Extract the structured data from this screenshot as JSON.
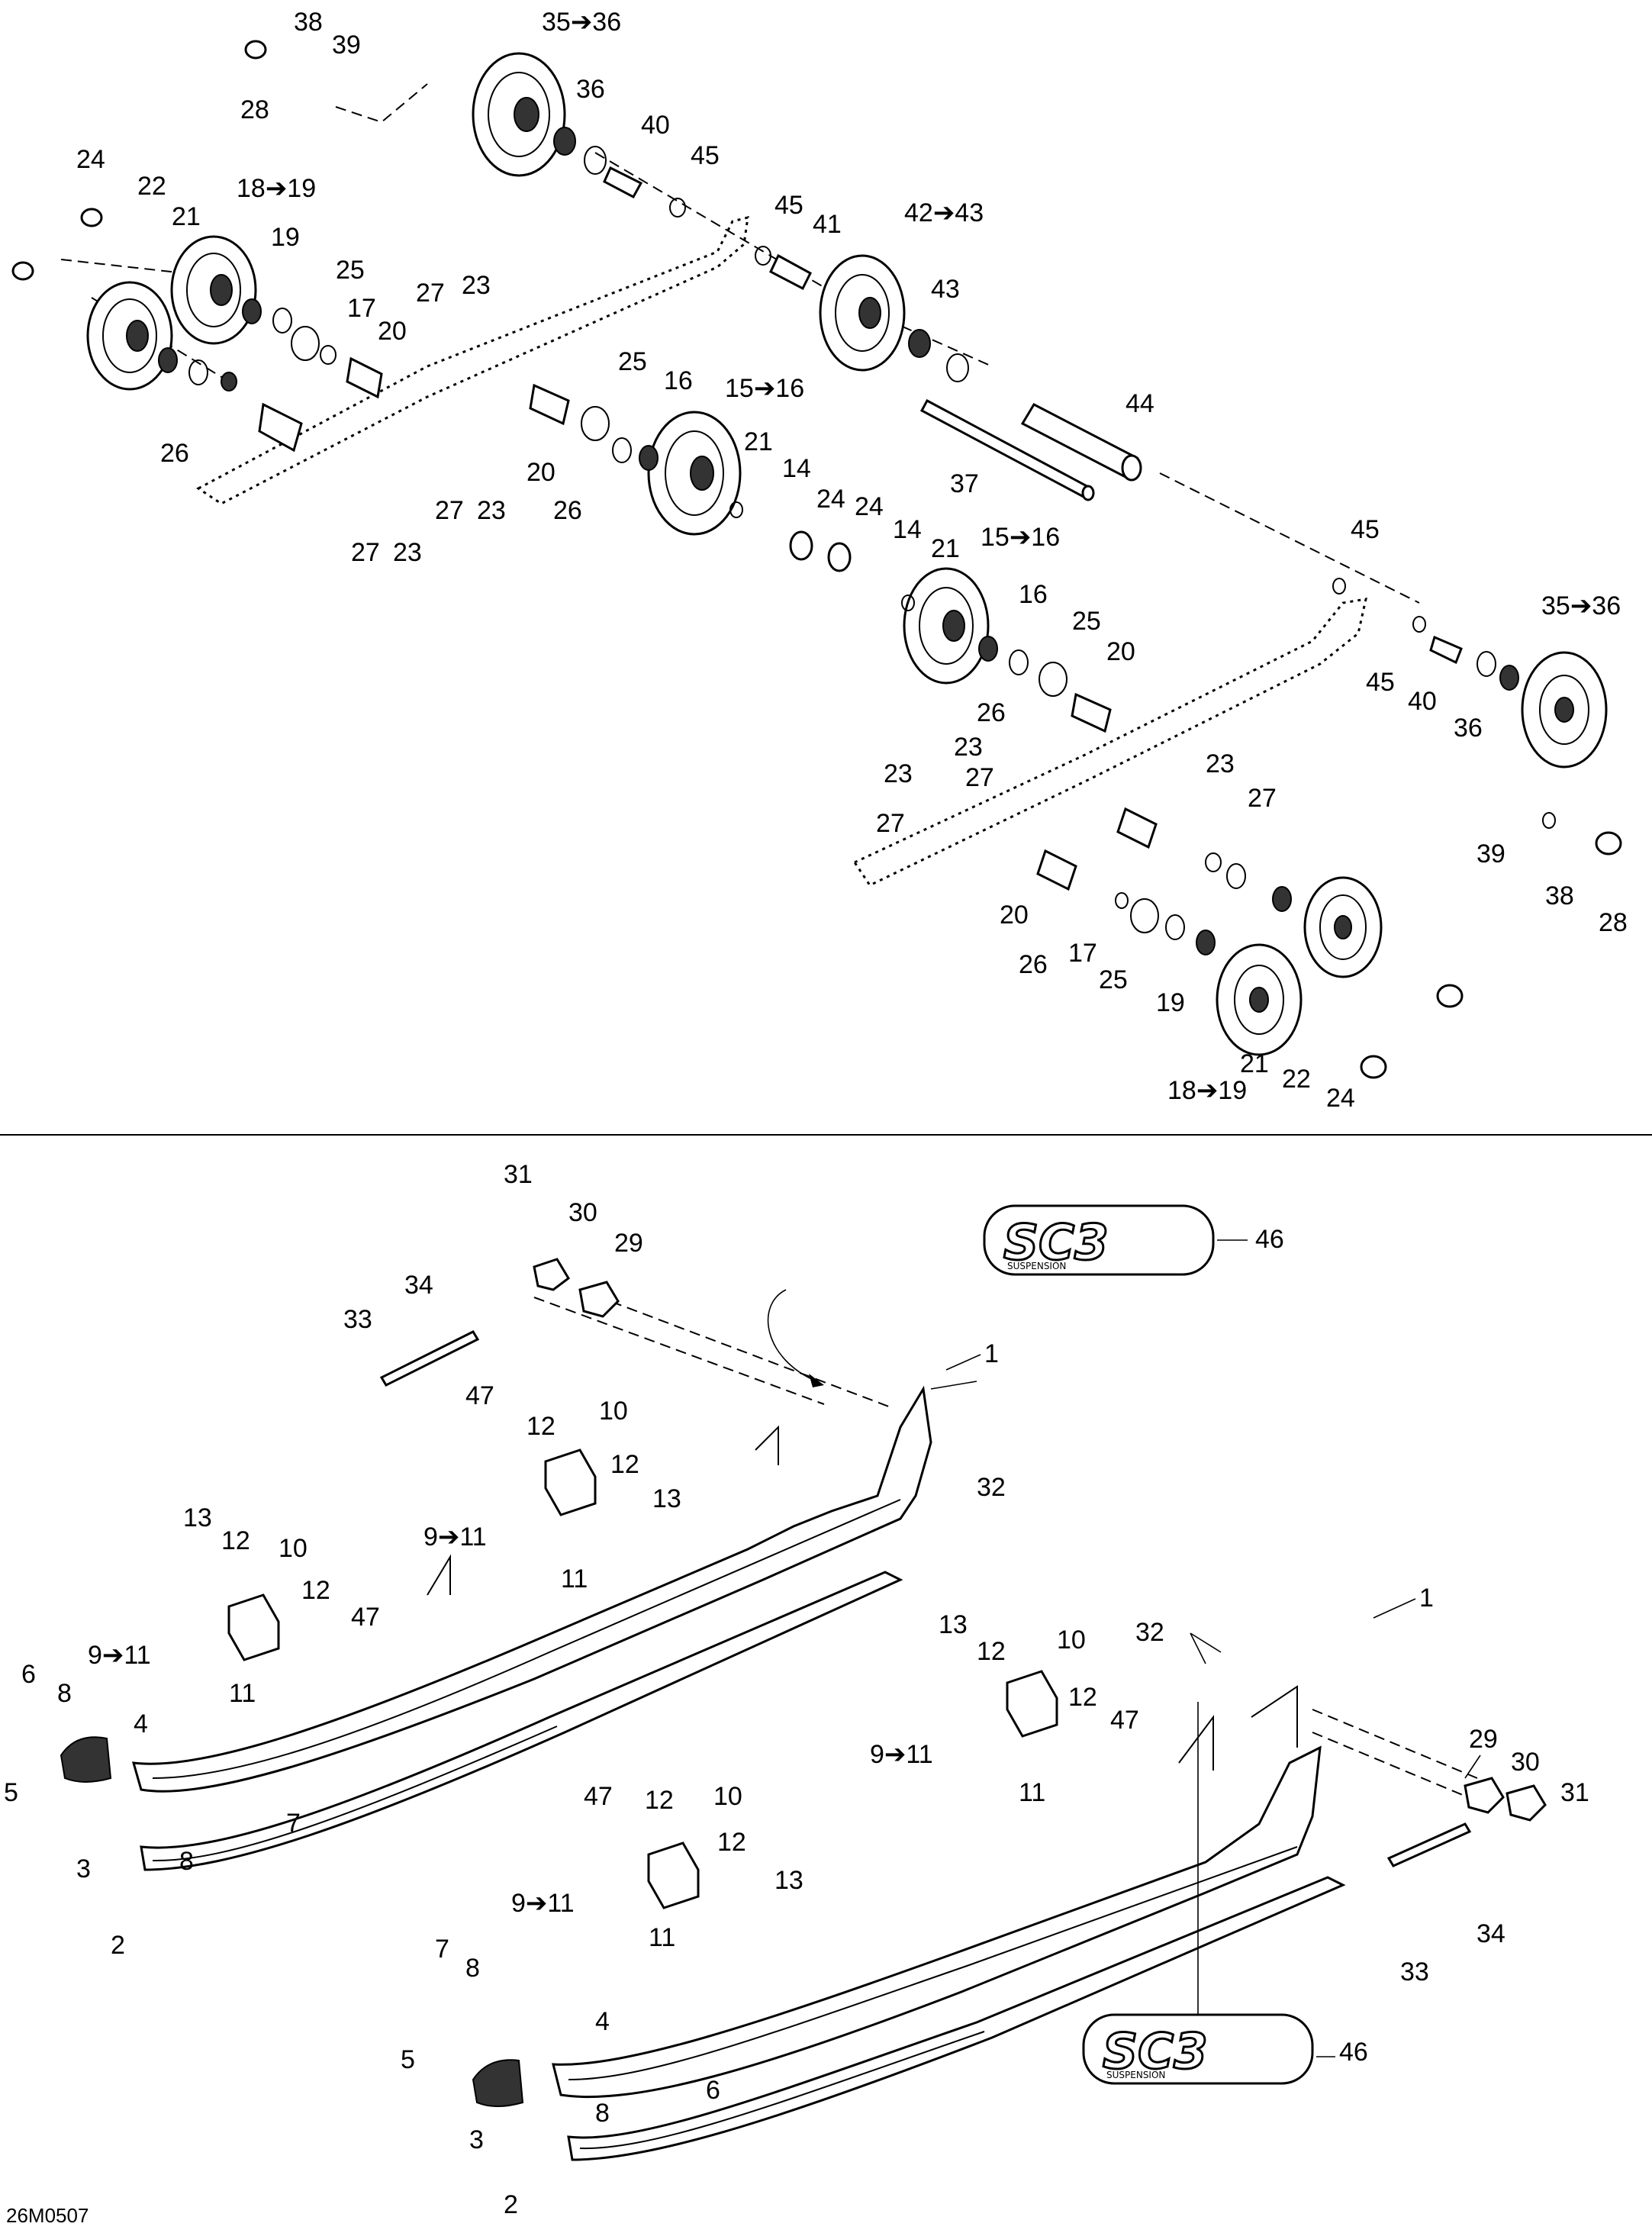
{
  "diagram": {
    "drawing_code": "26M0507",
    "logo": {
      "main": "SC3",
      "sub": "SUSPENSION"
    },
    "callouts_upper": [
      "38",
      "39",
      "28",
      "35➔36",
      "36",
      "40",
      "45",
      "24",
      "22",
      "21",
      "18➔19",
      "19",
      "25",
      "17",
      "20",
      "45",
      "41",
      "42➔43",
      "43",
      "27",
      "23",
      "25",
      "16",
      "15➔16",
      "44",
      "26",
      "27",
      "23",
      "20",
      "26",
      "21",
      "14",
      "24",
      "24",
      "14",
      "37",
      "27",
      "23",
      "21",
      "15➔16",
      "16",
      "45",
      "35➔36",
      "25",
      "20",
      "26",
      "45",
      "40",
      "36",
      "23",
      "23",
      "27",
      "27",
      "23",
      "27",
      "39",
      "38",
      "28",
      "20",
      "26",
      "17",
      "25",
      "19",
      "21",
      "22",
      "18➔19",
      "24"
    ],
    "callouts_lower": [
      "31",
      "30",
      "29",
      "46",
      "34",
      "33",
      "1",
      "47",
      "12",
      "10",
      "12",
      "32",
      "13",
      "9➔11",
      "11",
      "13",
      "12",
      "10",
      "12",
      "47",
      "9➔11",
      "11",
      "6",
      "8",
      "4",
      "5",
      "7",
      "3",
      "8",
      "2",
      "1",
      "13",
      "32",
      "12",
      "10",
      "12",
      "47",
      "9➔11",
      "11",
      "29",
      "30",
      "31",
      "47",
      "12",
      "10",
      "12",
      "13",
      "9➔11",
      "11",
      "7",
      "8",
      "34",
      "33",
      "4",
      "5",
      "46",
      "8",
      "6",
      "3",
      "2"
    ]
  }
}
